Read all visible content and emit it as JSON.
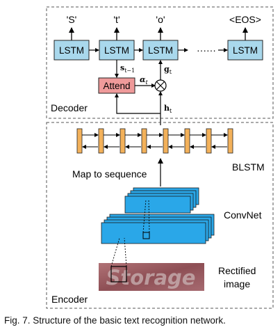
{
  "decoder": {
    "label": "Decoder",
    "cell_label": "LSTM",
    "outputs": [
      "'S'",
      "'t'",
      "'o'",
      "<EOS>"
    ],
    "ellipsis": "······",
    "attend_label": "Attend",
    "state_symbol": "s",
    "state_subscript": "t−1",
    "alpha_symbol": "α",
    "alpha_subscript": "t",
    "glimpse_symbol": "g",
    "glimpse_subscript": "t",
    "hidden_symbol": "h",
    "hidden_subscript": "t",
    "multiply_symbol": "⊗"
  },
  "encoder": {
    "label": "Encoder",
    "blstm_label": "BLSTM",
    "map_label": "Map to sequence",
    "convnet_label": "ConvNet",
    "rectified_label_line1": "Rectified",
    "rectified_label_line2": "image",
    "image_word": "Storage"
  },
  "caption": "Fig. 7. Structure of the basic text recognition network.",
  "colors": {
    "lstm_fill": "#a9d8ec",
    "attend_fill": "#ef9a9a",
    "blstm_fill": "#f3b15a",
    "conv_fill": "#2aa7e8",
    "image_fill": "#9b5a5e"
  }
}
